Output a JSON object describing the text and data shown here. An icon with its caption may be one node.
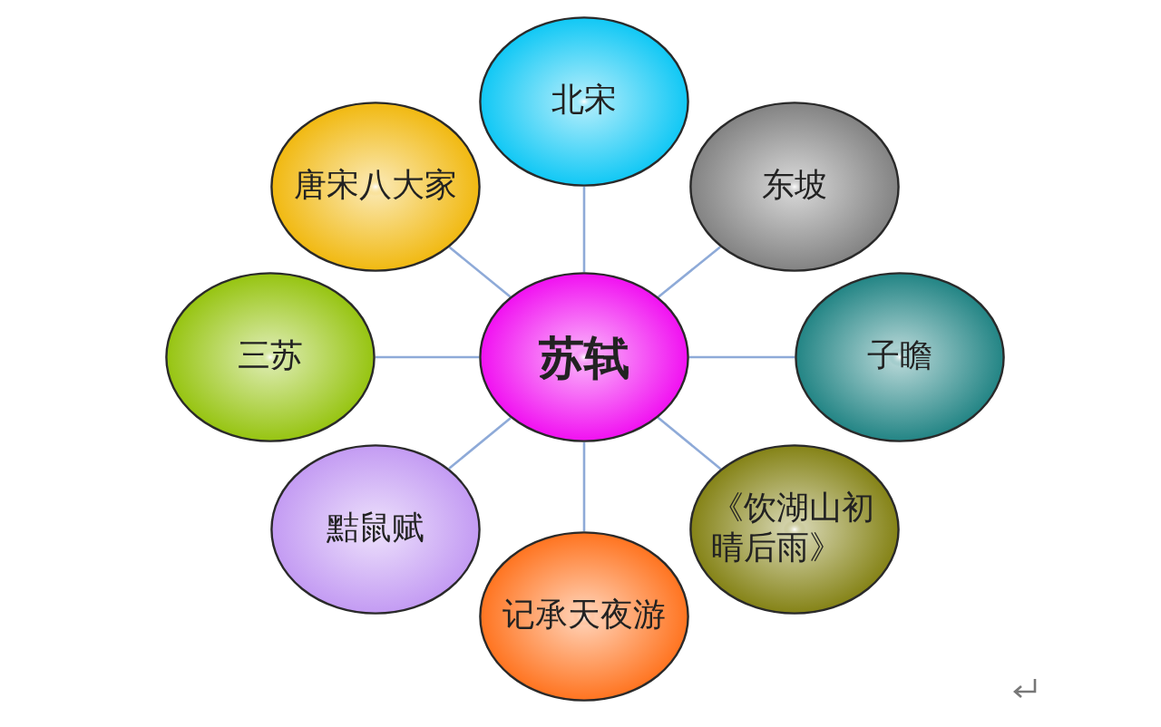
{
  "diagram": {
    "nodes": [
      {
        "text": [
          "北宋"
        ]
      },
      {
        "text": [
          "唐宋八大家"
        ]
      },
      {
        "text": [
          "东坡"
        ]
      },
      {
        "text": [
          "三苏"
        ]
      },
      {
        "text": [
          "苏轼"
        ]
      },
      {
        "text": [
          "子瞻"
        ]
      },
      {
        "text": [
          "黠鼠赋"
        ]
      },
      {
        "text": [
          "《饮湖山初晴后雨》"
        ]
      },
      {
        "text": [
          "记承天夜游"
        ]
      }
    ],
    "edges": [
      {
        "from": 4,
        "to": 0,
        "arrow": "none"
      },
      {
        "from": 4,
        "to": 2,
        "arrow": "none"
      },
      {
        "from": 4,
        "to": 5,
        "arrow": "none"
      },
      {
        "from": 4,
        "to": 7,
        "arrow": "none"
      },
      {
        "from": 4,
        "to": 8,
        "arrow": "none"
      },
      {
        "from": 4,
        "to": 6,
        "arrow": "none"
      },
      {
        "from": 4,
        "to": 3,
        "arrow": "none"
      },
      {
        "from": 4,
        "to": 1,
        "arrow": "none"
      }
    ]
  }
}
